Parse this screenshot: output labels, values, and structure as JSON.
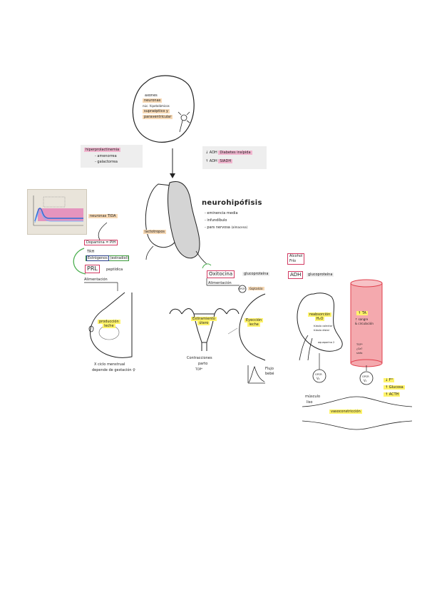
{
  "hypothalamus": {
    "line1": "axones",
    "line2": "neuronas",
    "line3": "núc. hipotalámicos",
    "line4": "supraóptico y",
    "line5": "paraventricular"
  },
  "hyperprolactinemia": {
    "title": "hiperprolactinemia",
    "item1": "- amenorrea",
    "item2": "- galactorrea"
  },
  "adh_box": {
    "row1_prefix": "↓ ADH",
    "row1_hl": "Diabetes insípida",
    "row2_prefix": "↑ ADH",
    "row2_hl": "SIADH"
  },
  "neurohypophysis": {
    "title": "neurohipófisis",
    "item1": "- eminencia media",
    "item2": "- infundíbulo",
    "item3": "- pars nervosa",
    "item3_note": "(almacena)"
  },
  "adenohypophysis": {
    "label": "lactotropos"
  },
  "prl_regulation": {
    "neurons": "neuronas TIDA",
    "dopamine": "Dopamina = PIH",
    "trh": "TRH",
    "estrogen": "Estrógenos",
    "estrogen_note": "(estradiol)",
    "prl": "PRL",
    "prl_note": "peptídica",
    "nutrition": "Alimentación"
  },
  "breast_left": {
    "label1": "producción",
    "label2": "leche",
    "note1": "X ciclo menstrual",
    "note2": "depende de gestación ♀"
  },
  "oxytocin": {
    "name": "Oxitocina",
    "tag": "glucoproteína",
    "nutrition": "Alimentación",
    "receptor": "GPCR",
    "pathway": "Gq/calcio"
  },
  "uterus": {
    "label1": "Estiramiento",
    "label2": "útero",
    "note1": "Contracciones",
    "note2": "parto",
    "note3": "TOP*"
  },
  "breast_right": {
    "label1": "Eyección",
    "label2": "leche",
    "graph_label1": "Flujo",
    "graph_label2": "bebé"
  },
  "adh_section": {
    "stimulus1": "Alcohol",
    "stimulus2": "Frío",
    "name": "ADH",
    "tag": "glucoproteína"
  },
  "kidney": {
    "label1": "reabsorción",
    "label2": "H₂O",
    "note1": "túbulo colector",
    "note2": "túbulo distal",
    "note3": "aquaporina 2",
    "receptor1": "GPCR",
    "receptor2": "V₂"
  },
  "vessel": {
    "label1": "↑ TA",
    "label2": "↑ sangre",
    "label3": "& circulación",
    "note1": "TGF*",
    "note2": "¿Ca?",
    "note3": "sinfo",
    "receptor1": "GPCR",
    "receptor2": "V₁",
    "effect1": "↓ F°",
    "effect2": "↑ Glucosa",
    "effect3": "↑ ACTH"
  },
  "muscle": {
    "label1": "músculo",
    "label2": "liso",
    "effect": "vasoconstricción"
  },
  "colors": {
    "orange_hl": "#f7d9b5",
    "pink_hl": "#f2b6d0",
    "yellow_hl": "#fff36a",
    "gray_gland": "#d4d4d4",
    "red_vessel": "#f4a9ae",
    "pink_border": "#d23a62"
  }
}
